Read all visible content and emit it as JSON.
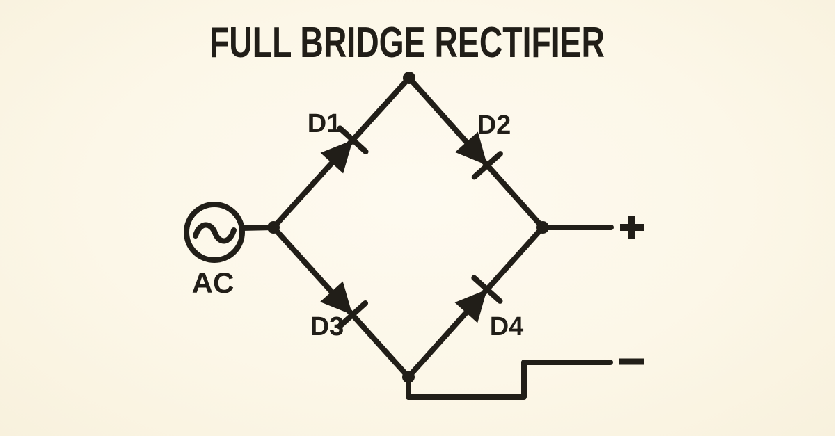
{
  "title": "FULL BRIDGE RECTIFIER",
  "ac_source": {
    "label": "AC"
  },
  "diodes": [
    {
      "label": "D1"
    },
    {
      "label": "D2"
    },
    {
      "label": "D3"
    },
    {
      "label": "D4"
    }
  ],
  "outputs": {
    "positive_label": "+",
    "negative_label": "−"
  },
  "colors": {
    "background": "#fcf7e8",
    "background_light": "#fefaf0",
    "background_edge": "#f8f1dd",
    "ink": "#211e18"
  }
}
